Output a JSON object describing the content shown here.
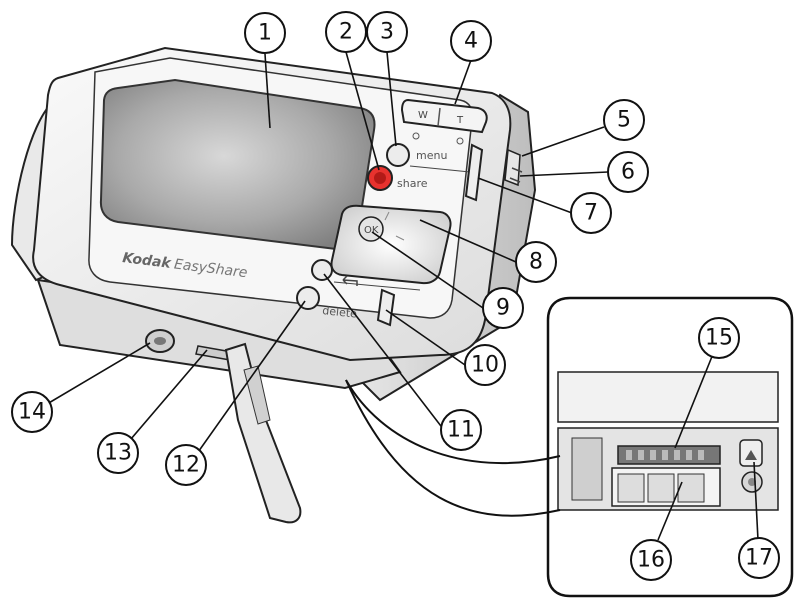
{
  "brand": {
    "bold": "Kodak",
    "regular": "EasyShare"
  },
  "buttons": {
    "menu": "menu",
    "share": "share",
    "delete": "delete",
    "ok": "OK",
    "zoom_wide": "W",
    "zoom_tele": "T"
  },
  "callouts": [
    "1",
    "2",
    "3",
    "4",
    "5",
    "6",
    "7",
    "8",
    "9",
    "10",
    "11",
    "12",
    "13",
    "14",
    "15",
    "16",
    "17"
  ],
  "colors": {
    "share_button": "#e8322e",
    "outline": "#222222",
    "body": "#f2f2f2",
    "screen": "#8a8a8a"
  }
}
